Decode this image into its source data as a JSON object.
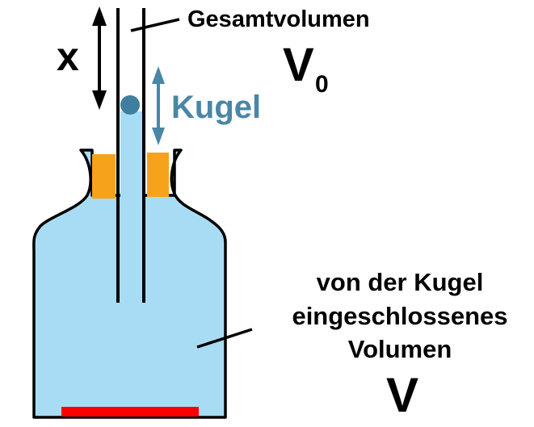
{
  "labels": {
    "total_volume": "Gesamtvolumen",
    "v0_main": "V",
    "v0_sub": "0",
    "x": "x",
    "ball": "Kugel",
    "enclosed_line1": "von der Kugel",
    "enclosed_line2": "eingeschlossenes",
    "enclosed_line3": "Volumen",
    "v": "V"
  },
  "colors": {
    "liquid": "#a8dcf4",
    "outline": "#000000",
    "stopper": "#f7a21b",
    "bottom_bar": "#ff0000",
    "ball": "#3e7fa0",
    "ball_label": "#4a86a6"
  }
}
